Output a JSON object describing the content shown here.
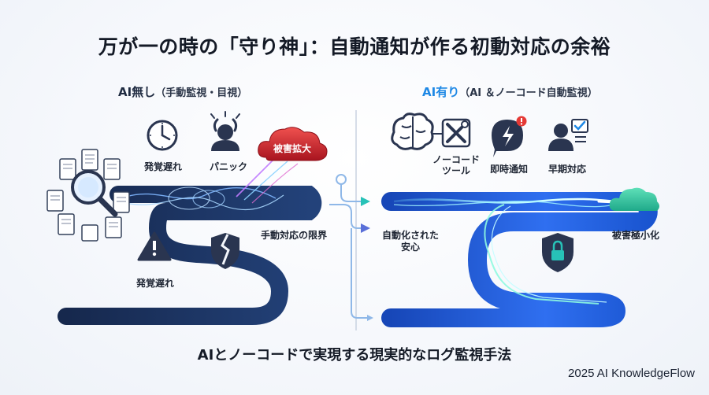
{
  "title": "万が一の時の「守り神」：自動通知が作る初動対応の余裕",
  "left_panel": {
    "heading": "AI無し",
    "heading_sub": "（手動監視・目視）",
    "labels": {
      "discovery_delay_top": "発覚遅れ",
      "panic": "パニック",
      "damage_spread": "被害拡大",
      "manual_limit": "手動対応の限界",
      "discovery_delay_bottom": "発覚遅れ"
    }
  },
  "right_panel": {
    "heading": "AI有り",
    "heading_sub": "（AI ＆ノーコード自動監視）",
    "labels": {
      "nocode_tool_line1": "ノーコード",
      "nocode_tool_line2": "ツール",
      "instant_notice": "即時通知",
      "early_response": "早期対応",
      "auto_relief_line1": "自動化された",
      "auto_relief_line2": "安心",
      "damage_min": "被害極小化"
    }
  },
  "bottom_caption": "AIとノーコードで実現する現実的なログ監視手法",
  "footer": "2025 AI KnowledgeFlow",
  "icons": {
    "documents": "document-stack-icon",
    "magnifier": "magnifier-icon",
    "clock": "clock-icon",
    "panic_person": "panic-person-icon",
    "warning": "warning-triangle-icon",
    "broken_shield": "broken-shield-icon",
    "brain": "brain-icon",
    "tools": "wrench-screwdriver-icon",
    "notification": "notification-bubble-icon",
    "user_check": "user-check-icon",
    "shield_lock": "shield-lock-icon",
    "cloud": "cloud-icon",
    "alert_cloud": "alert-cloud-icon"
  },
  "colors": {
    "navy_path": "#1c3563",
    "blue_path": "#1f5fd6",
    "accent_blue": "#1e88e5",
    "teal": "#27c2b7",
    "red_cloud": "#d7263d",
    "icon_dark": "#283347"
  }
}
